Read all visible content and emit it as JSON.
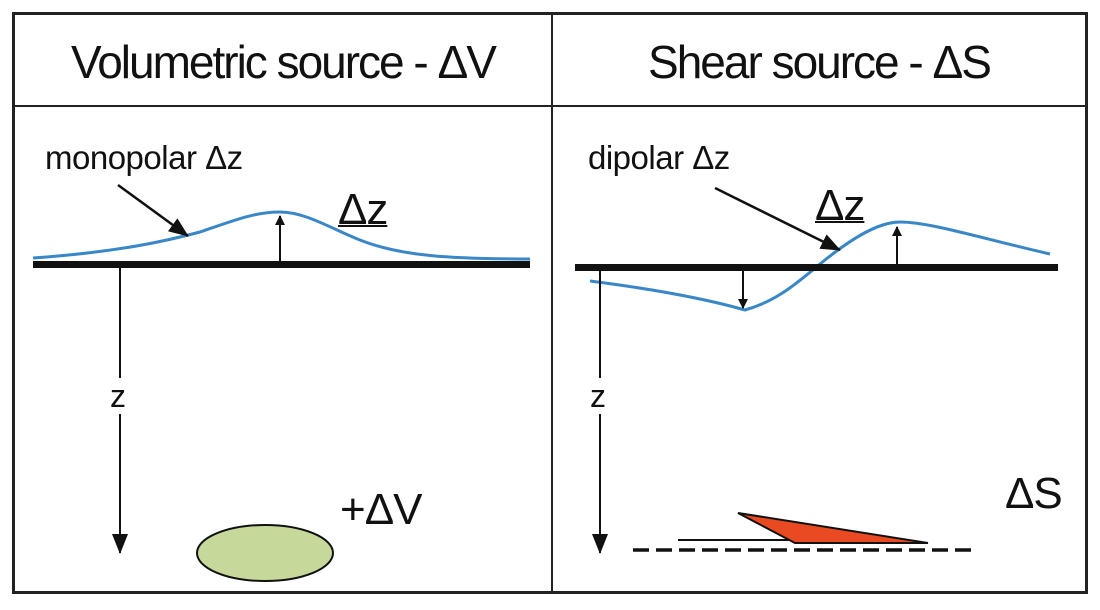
{
  "panels": {
    "left": {
      "title": "Volumetric source - ΔV",
      "curve_label": "monopolar Δz",
      "displacement_label": "Δz",
      "depth_label": "z",
      "source_label": "+ΔV"
    },
    "right": {
      "title": "Shear source - ΔS",
      "curve_label": "dipolar Δz",
      "displacement_label": "Δz",
      "depth_label": "z",
      "source_label": "ΔS"
    }
  },
  "colors": {
    "curve": "#3a87c8",
    "ellipse_fill": "#c7d99a",
    "wedge_fill": "#ea4a22",
    "line": "#111111"
  }
}
